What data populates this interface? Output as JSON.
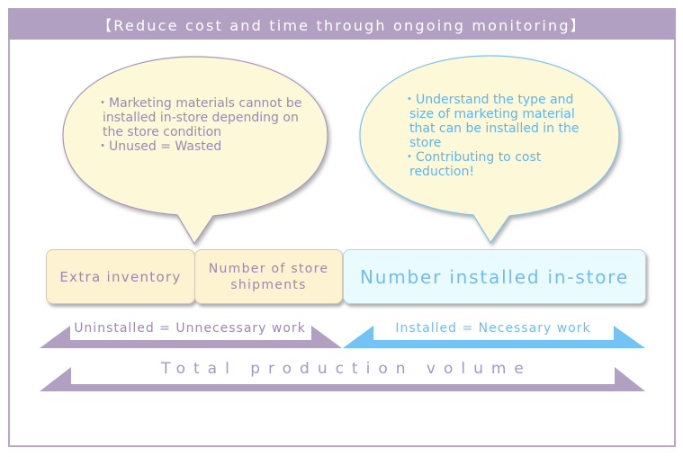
{
  "header": {
    "title": "【Reduce cost and time through ongoing monitoring】"
  },
  "bubbles": {
    "left": {
      "items": [
        "・Marketing materials cannot be installed in-store depending on the store condition",
        "・Unused = Wasted"
      ]
    },
    "right": {
      "items": [
        "・Understand the type and size of marketing material that can be installed in the store",
        "・Contributing to cost reduction!"
      ]
    }
  },
  "boxes": {
    "extra_inventory": "Extra inventory",
    "store_shipments": "Number of store shipments",
    "installed_in_store": "Number installed in-store"
  },
  "brackets": {
    "uninstalled": "Uninstalled = Unnecessary work",
    "installed": "Installed = Necessary work",
    "total": "Total production volume"
  },
  "colors": {
    "purple": "#b2a0c3",
    "blue": "#74c3f5",
    "cream": "#fdf3d1",
    "light_blue": "#e9fbff"
  }
}
